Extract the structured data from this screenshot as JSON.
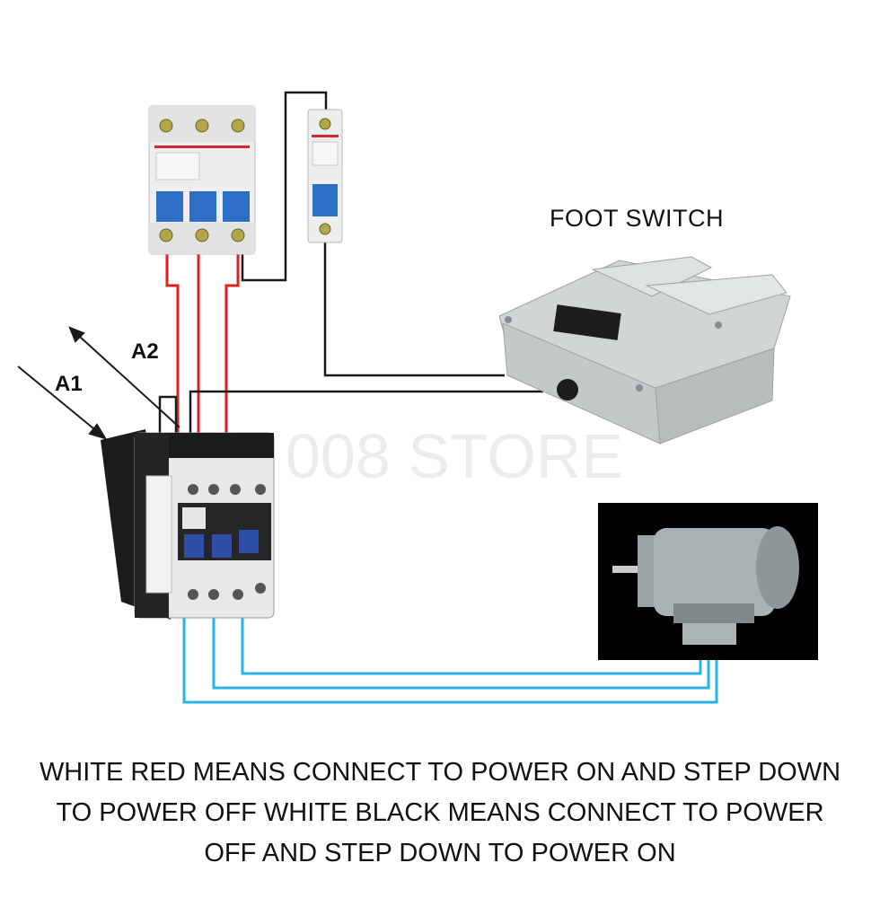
{
  "labels": {
    "foot_switch": "FOOT SWITCH",
    "a1": "A1",
    "a2": "A2",
    "watermark": "008 STORE"
  },
  "caption": {
    "line1": "WHITE RED MEANS CONNECT TO POWER ON AND STEP DOWN",
    "line2": "TO POWER OFF WHITE BLACK MEANS CONNECT TO POWER",
    "line3": "OFF AND STEP DOWN TO POWER ON"
  },
  "colors": {
    "phase_wire": "#e0201c",
    "control_wire": "#1a1a1a",
    "motor_wire": "#27b5e4",
    "switch_body": "#d2d5d6",
    "breaker_body": "#eeeeee",
    "breaker_toggle": "#2d6ec7",
    "contactor_button": "#2e4ea8",
    "motor_background": "#000000",
    "motor_body": "#a8b2b4"
  },
  "components": [
    {
      "name": "three-pole-breaker",
      "icon": "circuit-breaker-icon"
    },
    {
      "name": "single-pole-breaker",
      "icon": "circuit-breaker-icon"
    },
    {
      "name": "foot-switch",
      "icon": "pedal-switch-icon"
    },
    {
      "name": "contactor",
      "icon": "contactor-icon"
    },
    {
      "name": "motor",
      "icon": "electric-motor-icon"
    }
  ]
}
